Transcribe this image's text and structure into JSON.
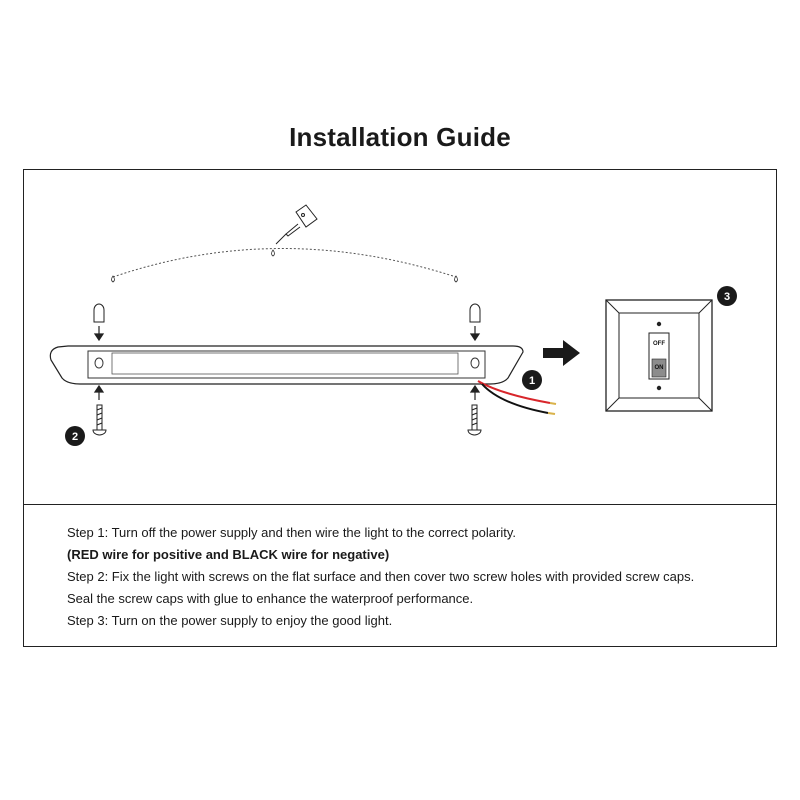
{
  "title": "Installation Guide",
  "badges": {
    "one": "1",
    "two": "2",
    "three": "3"
  },
  "switch": {
    "off": "OFF",
    "on": "ON"
  },
  "steps": [
    "Step 1: Turn off the power supply and then wire the light to the correct polarity.",
    "(RED wire for positive and BLACK wire for negative)",
    "Step 2: Fix the light with screws on the flat surface and then cover two screw holes with provided screw caps.",
    "Seal the screw caps with glue to enhance the waterproof performance.",
    "Step 3: Turn on the power supply to enjoy the good light."
  ],
  "colors": {
    "red_wire": "#d8262b",
    "black_wire": "#111111",
    "wire_tip": "#d9b24a"
  }
}
